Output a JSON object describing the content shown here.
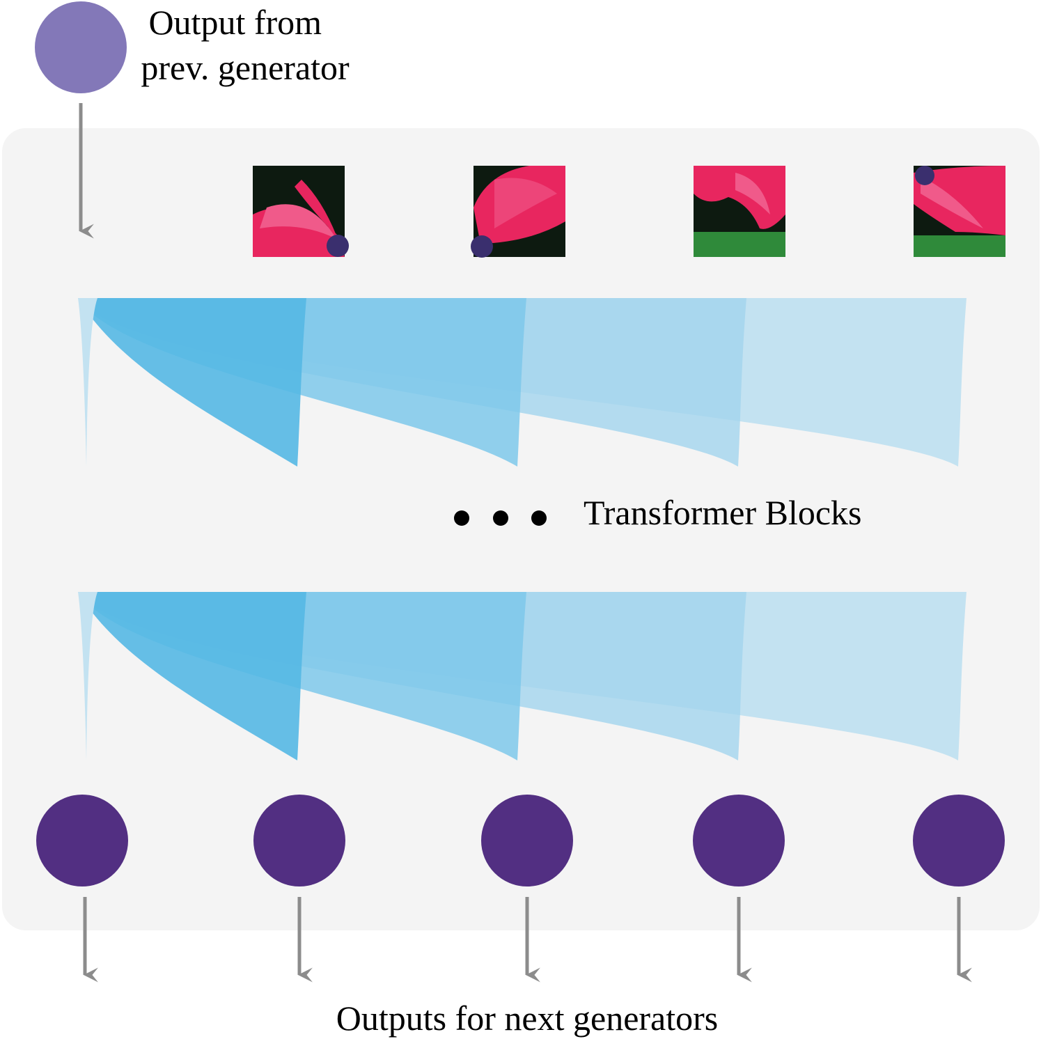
{
  "input_label_lines": [
    "Output from",
    "prev. generator"
  ],
  "blocks_label": "Transformer Blocks",
  "output_label": "Outputs for next generators",
  "colors": {
    "panel": "#f4f4f4",
    "input_node": "#8378b8",
    "output_node": "#522f82",
    "arrow": "#8c8c8c",
    "attention_light": "#c3e2f1",
    "attention_mid": "#a3d5ee",
    "attention_strong": "#7ec8ea",
    "attention_dark": "#55b8e4",
    "petal": "#e8265f",
    "petal_light": "#f05a8a",
    "flower_center": "#3a2f6e",
    "photo_bg": "#0d1a10",
    "leaf": "#2f8a3a"
  },
  "icons": {
    "input": "input-node-icon",
    "output": "output-node-icon",
    "photo": "flower-patch-icon",
    "ellipsis": "ellipsis-icon"
  }
}
